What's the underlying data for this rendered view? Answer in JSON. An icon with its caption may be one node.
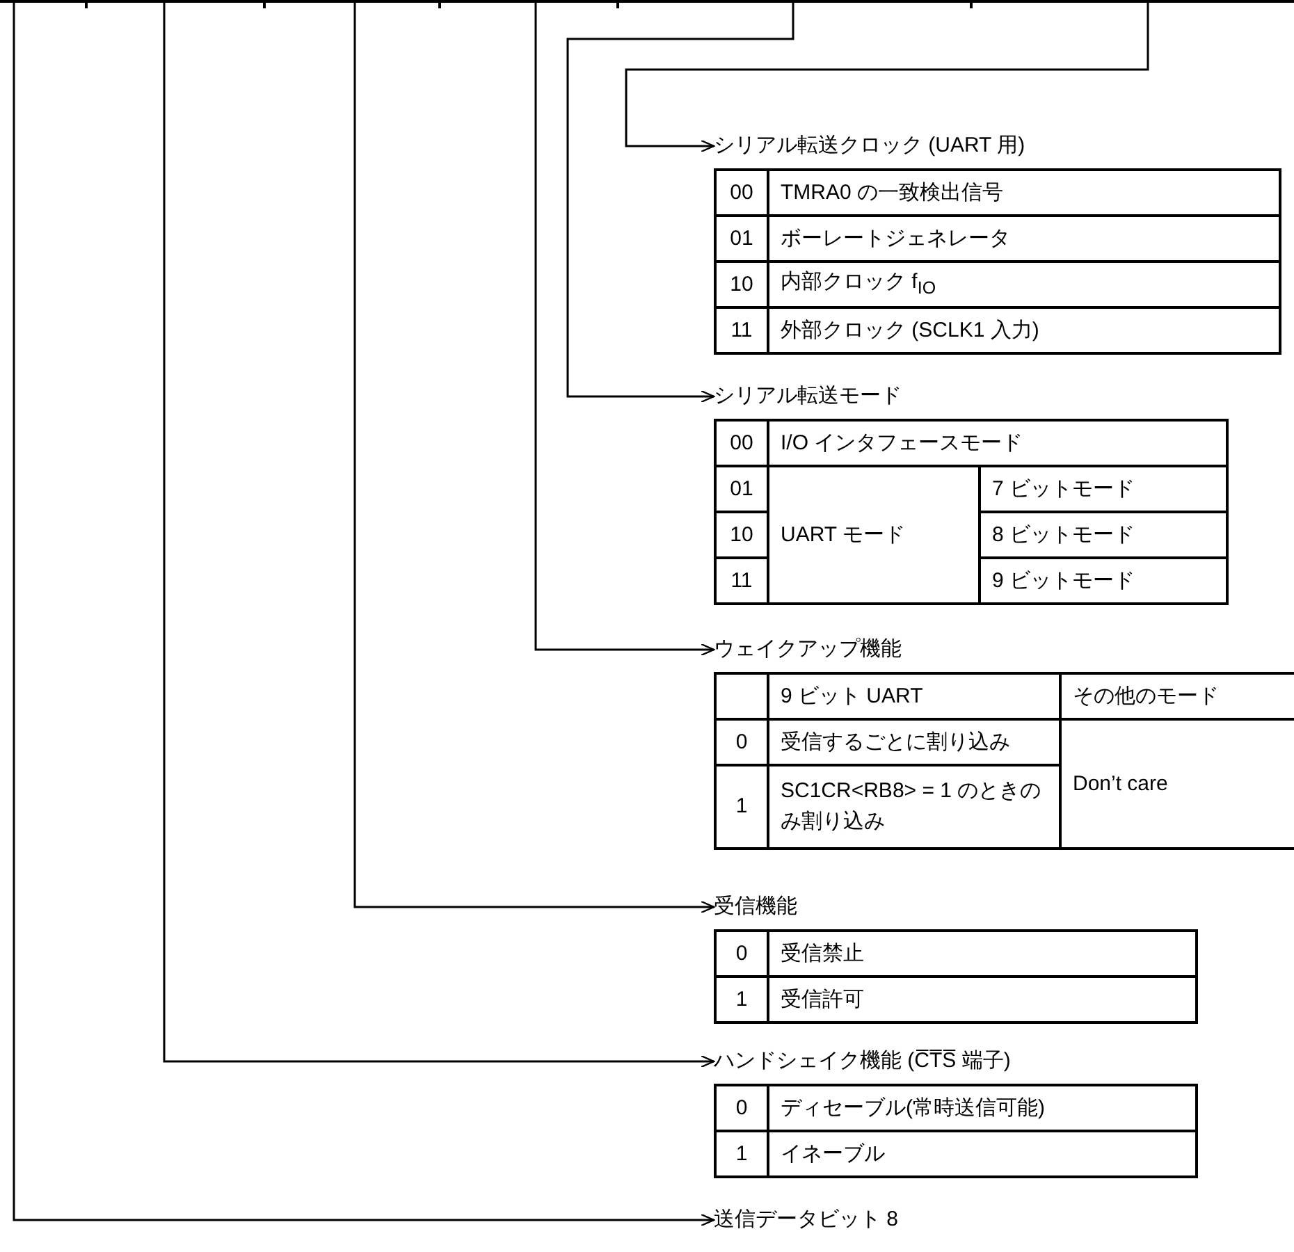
{
  "diagram": {
    "nodes": [
      {
        "text": [
          "シリアル転送クロック (UART 用)",
          "00",
          "TMRA0 の一致検出信号",
          "01",
          "ボーレートジェネレータ",
          "10",
          "内部クロック f$_{IO}$",
          "11",
          "外部クロック (SCLK1 入力)"
        ]
      },
      {
        "text": [
          "シリアル転送モード",
          "00",
          "I/O インタフェースモード",
          "01",
          "UART モード",
          "7 ビットモード",
          "10",
          "8 ビットモード",
          "11",
          "9 ビットモード"
        ]
      },
      {
        "text": [
          "ウェイクアップ機能",
          "9 ビット UART",
          "その他のモード",
          "0",
          "受信するごとに割り込み",
          "Don’t care",
          "1",
          "SC1CR<RB8> = 1 のときのみ割り込み"
        ]
      },
      {
        "text": [
          "受信機能",
          "0",
          "受信禁止",
          "1",
          "受信許可"
        ]
      },
      {
        "text": [
          "ハンドシェイク機能 (C̅T̅S̅ 端子)",
          "0",
          "ディセーブル(常時送信可能)",
          "1",
          "イネーブル"
        ]
      },
      {
        "text": [
          "送信データビット 8"
        ]
      }
    ],
    "edges": [
      {
        "from": null,
        "to": 0,
        "arrow": "to"
      },
      {
        "from": null,
        "to": 1,
        "arrow": "to"
      },
      {
        "from": null,
        "to": 2,
        "arrow": "to"
      },
      {
        "from": null,
        "to": 3,
        "arrow": "to"
      },
      {
        "from": null,
        "to": 4,
        "arrow": "to"
      },
      {
        "from": null,
        "to": 5,
        "arrow": "to"
      }
    ]
  }
}
